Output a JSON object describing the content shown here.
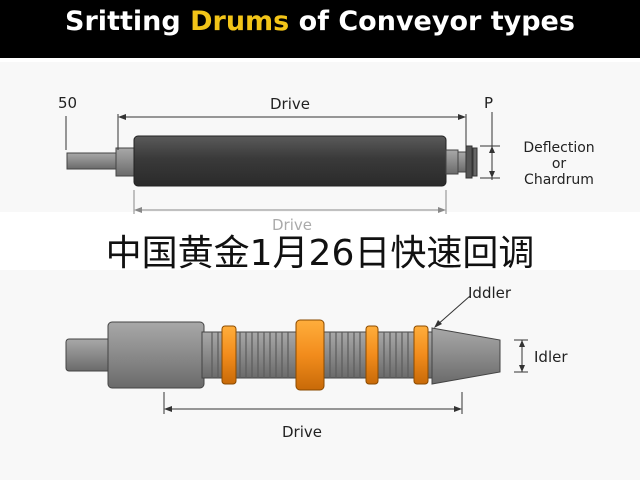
{
  "title": {
    "part1": "Sritting",
    "accent": "Drums",
    "part2": "of Conveyor types"
  },
  "top_diagram": {
    "label_50": "50",
    "label_drive": "Drive",
    "label_p": "P",
    "deflection_lines": [
      "Deflection",
      "or",
      "Chardrum"
    ],
    "label_drive_lower": "Drive"
  },
  "overlay_text": "中国黄金1月26日快速回调",
  "bottom_diagram": {
    "label_iddler": "Iddler",
    "label_idler": "Idler",
    "label_drive": "Drive"
  },
  "colors": {
    "accent": "#f2c418",
    "drum": "#3c3c3c",
    "roller": "#808080",
    "ring": "#f28c1c"
  }
}
